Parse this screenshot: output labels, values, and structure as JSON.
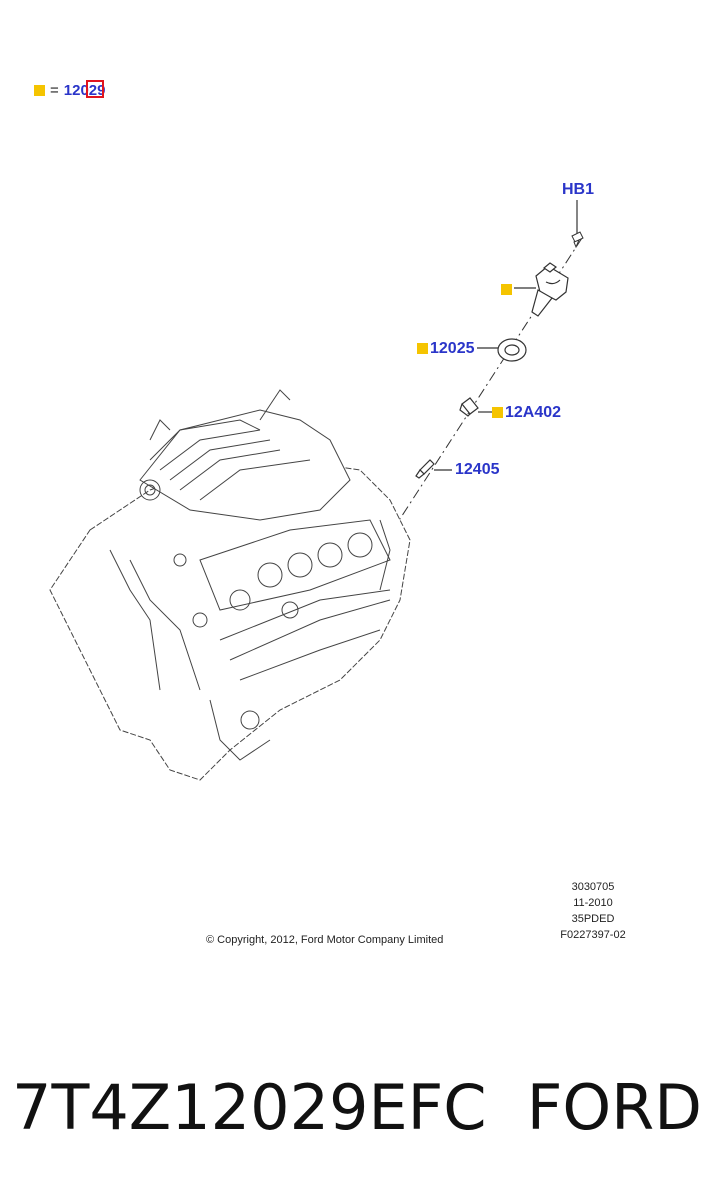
{
  "legend": {
    "equals": "=",
    "part_number": "12029",
    "marker_color": "#f5c400",
    "highlight_color": "#e0141e"
  },
  "callouts": {
    "hb1": "HB1",
    "coil_marker": "",
    "boot": "12025",
    "sleeve": "12A402",
    "spark_plug": "12405"
  },
  "footer": {
    "copyright": "© Copyright, 2012, Ford Motor Company Limited",
    "meta_lines": [
      "3030705",
      "11-2010",
      "35PDED",
      "F0227397-02"
    ]
  },
  "caption": {
    "part_number": "7T4Z12029EFC",
    "brand": "FORD"
  },
  "colors": {
    "callout_text": "#2a35c9",
    "line_art": "#333333"
  }
}
